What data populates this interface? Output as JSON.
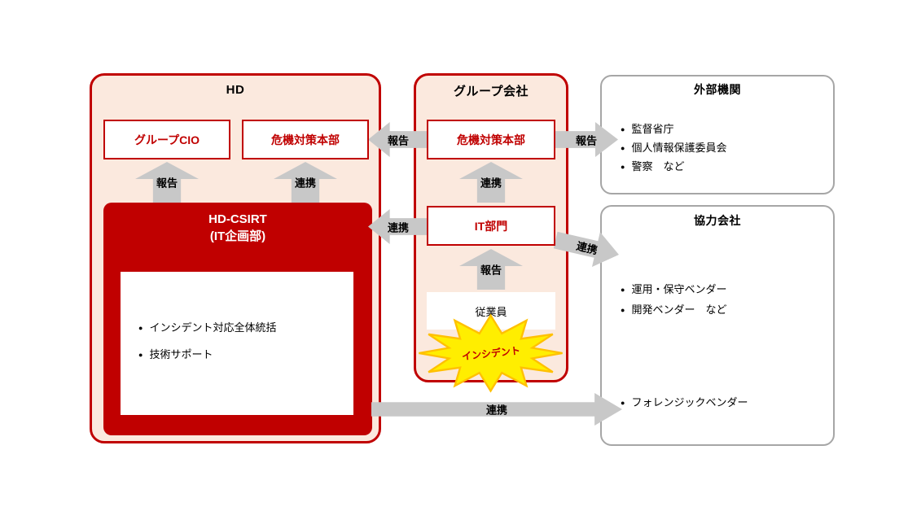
{
  "hd": {
    "title": "HD",
    "boxes": {
      "group_cio": "グループCIO",
      "crisis_hq": "危機対策本部"
    },
    "arrows": {
      "report_up": "報告",
      "coop_up": "連携"
    },
    "csirt": {
      "title": "HD-CSIRT",
      "subtitle": "(IT企画部)",
      "items": [
        "インシデント対応全体統括",
        "技術サポート"
      ]
    }
  },
  "group_company": {
    "title": "グループ会社",
    "boxes": {
      "crisis_hq": "危機対策本部",
      "it_dept": "IT部門",
      "employees": "従業員"
    },
    "arrows": {
      "coop_up": "連携",
      "report_up": "報告"
    },
    "incident_burst": "インシデント"
  },
  "external_org": {
    "title": "外部機関",
    "items": [
      "監督省庁",
      "個人情報保護委員会",
      "警察　など"
    ]
  },
  "partner_company": {
    "title": "協力会社",
    "items": [
      "運用・保守ベンダー",
      "開発ベンダー　など"
    ],
    "forensic_items": [
      "フォレンジックベンダー"
    ]
  },
  "connectors": {
    "group_to_hd_report": "報告",
    "group_to_external_report": "報告",
    "it_to_csirt_coop": "連携",
    "it_to_partner_coop": "連携",
    "csirt_to_forensic_coop": "連携"
  },
  "colors": {
    "accent_red": "#C00000",
    "panel_peach": "#FBE9DE",
    "arrow_gray": "#C8C8C8",
    "border_gray": "#A6A6A6",
    "burst_yellow": "#FFEE00",
    "burst_orange": "#FFC000"
  }
}
